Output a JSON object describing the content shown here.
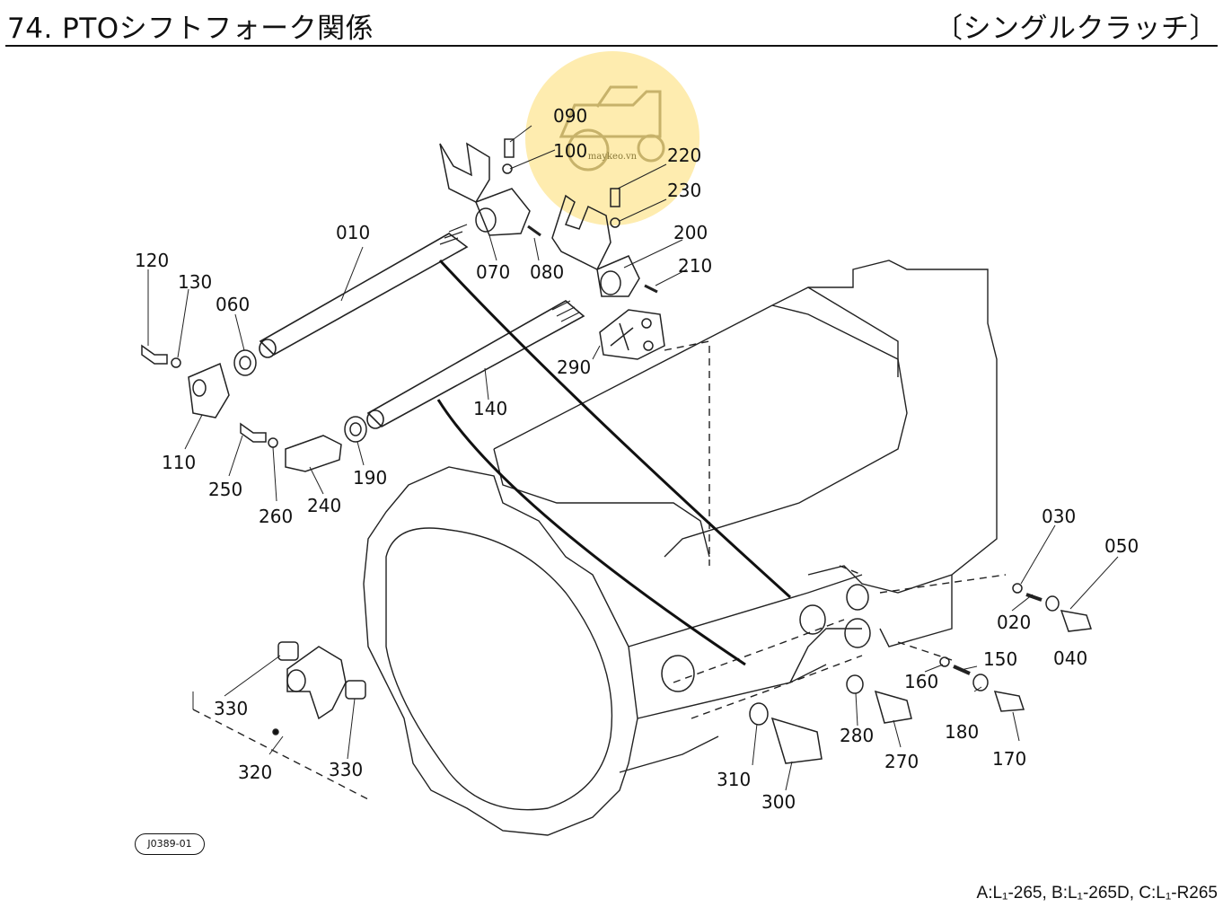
{
  "header": {
    "title": "74. PTOシフトフォーク関係",
    "subtitle": "〔シングルクラッチ〕"
  },
  "drawing": {
    "reference_code": "J0389-01"
  },
  "footer": {
    "models": "A:L₁-265, B:L₁-265D, C:L₁-R265"
  },
  "watermark": {
    "text": "maykeo.vn",
    "color": "#fddc6e"
  },
  "callouts": {
    "c010": "010",
    "c020": "020",
    "c030": "030",
    "c040": "040",
    "c050": "050",
    "c060": "060",
    "c070": "070",
    "c080": "080",
    "c090": "090",
    "c100": "100",
    "c110": "110",
    "c120": "120",
    "c130": "130",
    "c140": "140",
    "c150": "150",
    "c160": "160",
    "c170": "170",
    "c180": "180",
    "c190": "190",
    "c200": "200",
    "c210": "210",
    "c220": "220",
    "c230": "230",
    "c240": "240",
    "c250": "250",
    "c260": "260",
    "c270": "270",
    "c280": "280",
    "c290": "290",
    "c300": "300",
    "c310": "310",
    "c320": "320",
    "c330a": "330",
    "c330b": "330"
  }
}
